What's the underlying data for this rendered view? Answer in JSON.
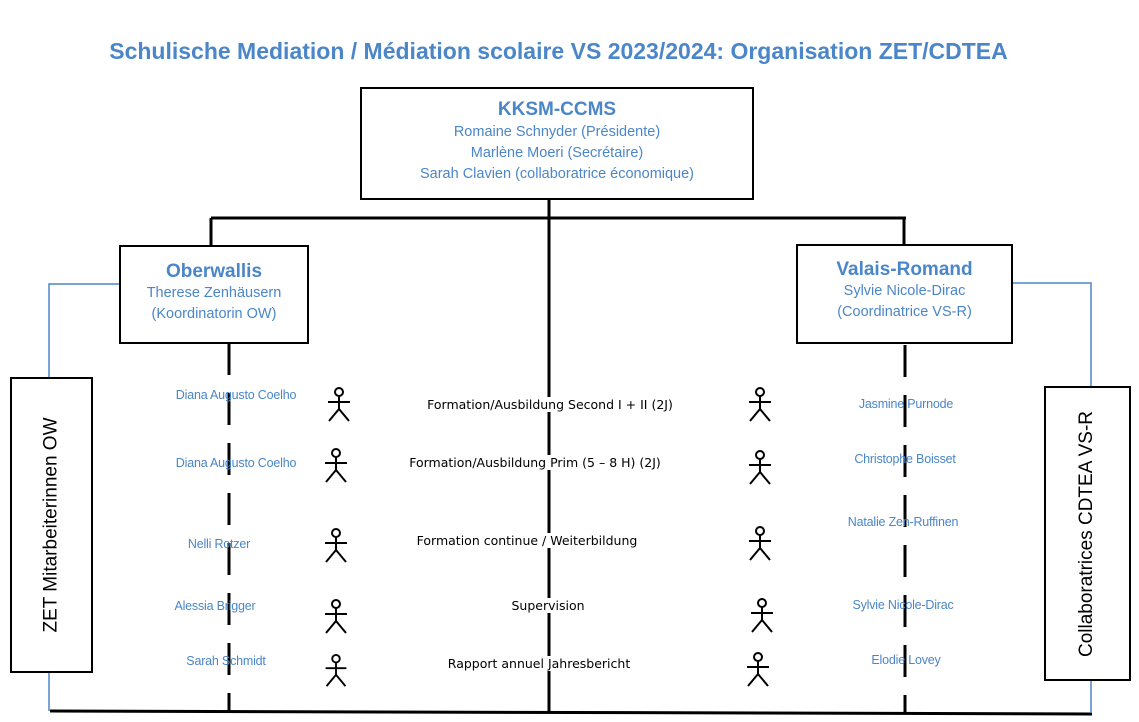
{
  "title": "Schulische Mediation / Médiation scolaire VS 2023/2024: Organisation ZET/CDTEA",
  "top_box": {
    "name": "KKSM-CCMS",
    "members": [
      "Romaine Schnyder (Présidente)",
      "Marlène Moeri (Secrétaire)",
      "Sarah Clavien (collaboratrice économique)"
    ]
  },
  "left_box": {
    "name": "Oberwallis",
    "lines": [
      "Therese Zenhäusern",
      "(Koordinatorin OW)"
    ]
  },
  "right_box": {
    "name": "Valais-Romand",
    "lines": [
      "Sylvie Nicole-Dirac",
      "(Coordinatrice VS-R)"
    ]
  },
  "left_side_label": "ZET Mitarbeiterinnen OW",
  "right_side_label": "Collaboratrices CDTEA VS-R",
  "rows": [
    {
      "left_person": "Diana Augusto Coelho",
      "activity": "Formation/Ausbildung Second I + II (2J)",
      "right_person": "Jasmine Purnode"
    },
    {
      "left_person": "Diana Augusto Coelho",
      "activity": "Formation/Ausbildung Prim (5 – 8 H) (2J)",
      "right_person": "Christophe Boisset"
    },
    {
      "left_person": "Nelli Rotzer",
      "activity": "Formation continue / Weiterbildung",
      "right_person": "Natalie Zen-Ruffinen"
    },
    {
      "left_person": "Alessia Brigger",
      "activity": "Supervision",
      "right_person": "Sylvie Nicole-Dirac"
    },
    {
      "left_person": "Sarah Schmidt",
      "activity": "Rapport annuel Jahresbericht",
      "right_person": "Elodie Lovey"
    }
  ],
  "colors": {
    "accent": "#4a86c8",
    "connector_blue": "#4a86c8",
    "line": "#000000"
  },
  "icons": {
    "person": "stick-figure-icon"
  }
}
